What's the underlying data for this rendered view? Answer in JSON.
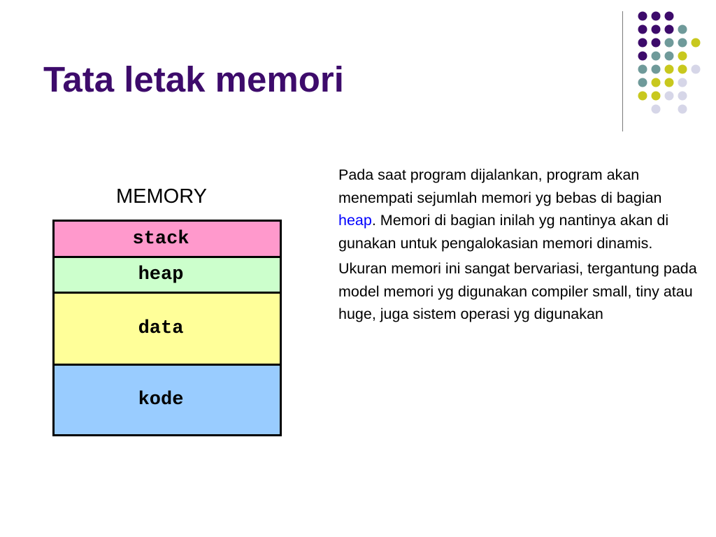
{
  "slide": {
    "title": "Tata letak memori"
  },
  "memory": {
    "label": "MEMORY",
    "segments": [
      {
        "label": "stack",
        "color": "#ff99cc"
      },
      {
        "label": "heap",
        "color": "#ccffcc"
      },
      {
        "label": "data",
        "color": "#ffff99"
      },
      {
        "label": "kode",
        "color": "#99ccff"
      }
    ]
  },
  "description": {
    "p1_before": "Pada saat program dijalankan, program akan menempati sejumlah memori yg bebas di bagian ",
    "p1_highlight": "heap",
    "p1_after": ". Memori di bagian inilah yg nantinya akan di gunakan untuk pengalokasian memori dinamis.",
    "p2": "Ukuran memori ini sangat bervariasi, tergantung pada model memori yg digunakan compiler small, tiny atau huge, juga sistem operasi yg digunakan",
    "highlight_color": "#0000ff"
  },
  "theme": {
    "title_color": "#3d0b6b",
    "dot_colors": [
      "#3d0b6b",
      "#6f9a9a",
      "#c8c81e",
      "#d6d6e8"
    ]
  }
}
